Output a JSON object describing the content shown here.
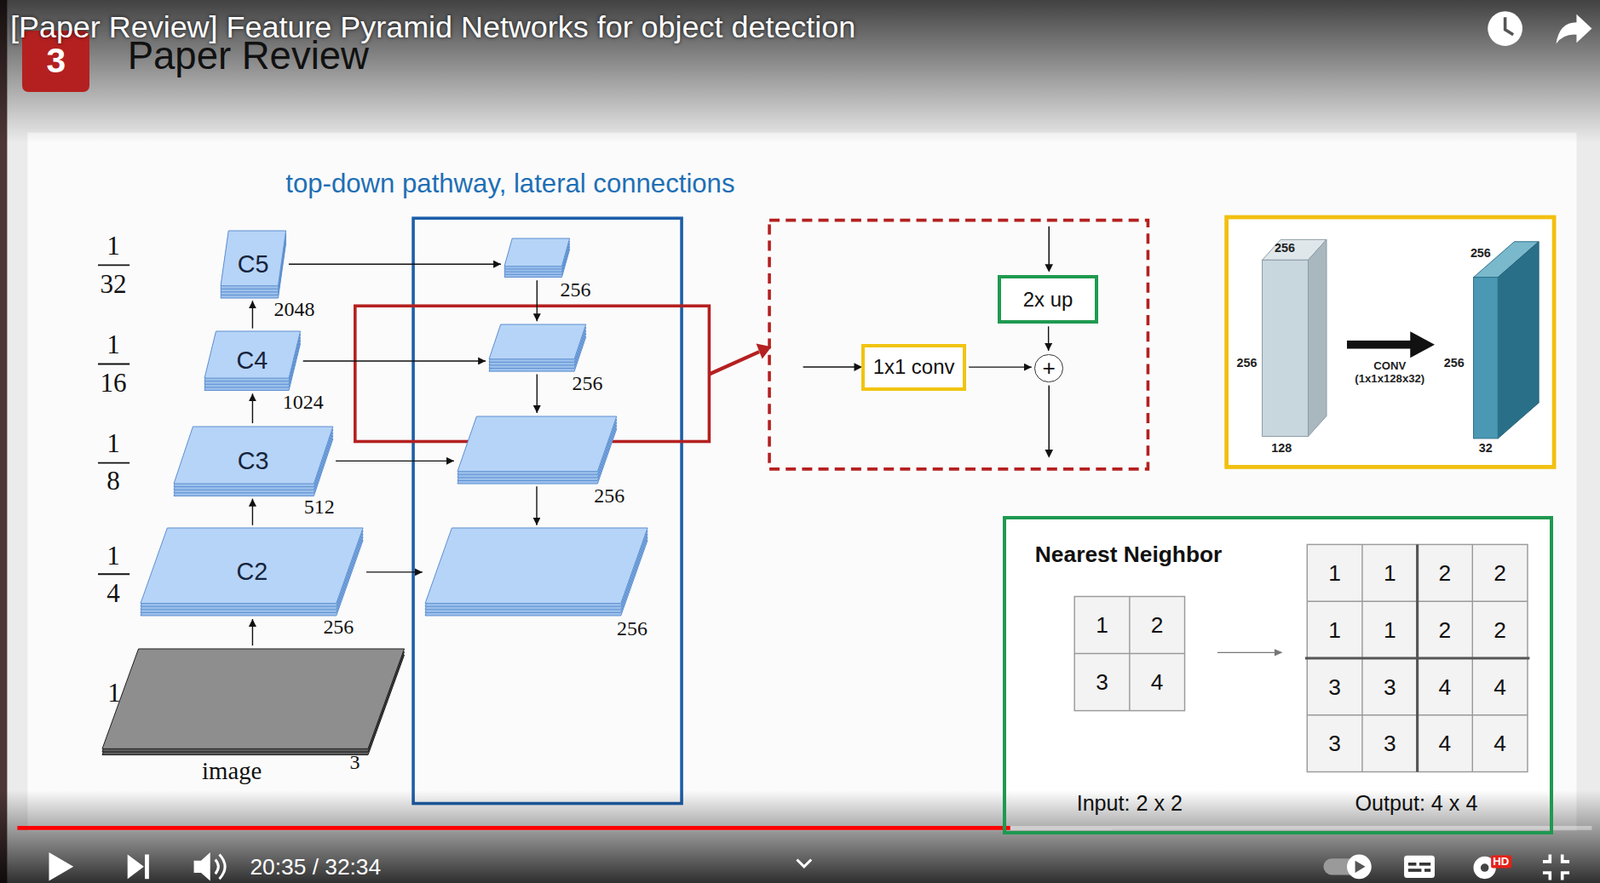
{
  "diagram": {
    "title": "[Paper Review] Feature Pyramid Networks for object detection",
    "nodes": [
      {
        "text": [
          "3"
        ]
      },
      {
        "text": [
          "C5",
          "2048"
        ]
      },
      {
        "text": [
          "256"
        ]
      },
      {
        "text": [
          "C4",
          "1024"
        ]
      },
      {
        "text": [
          "256"
        ]
      },
      {
        "text": [
          "C3",
          "512"
        ]
      },
      {
        "text": [
          "256"
        ]
      },
      {
        "text": [
          "C2",
          "256"
        ]
      },
      {
        "text": [
          "256"
        ]
      },
      {
        "text": [
          "image",
          "3"
        ]
      },
      {
        "text": [
          "2x up"
        ]
      },
      {
        "text": [
          "1x1 conv"
        ]
      },
      {
        "text": [
          "+"
        ]
      },
      {
        "text": [
          "Nearest Neighbor"
        ]
      }
    ],
    "edges": [
      {
        "from": 9,
        "to": 7,
        "arrow": "to"
      },
      {
        "from": 7,
        "to": 5,
        "arrow": "to"
      },
      {
        "from": 5,
        "to": 3,
        "arrow": "to"
      },
      {
        "from": 3,
        "to": 1,
        "arrow": "to"
      },
      {
        "from": 1,
        "to": 2,
        "arrow": "to"
      },
      {
        "from": 3,
        "to": 4,
        "arrow": "to"
      },
      {
        "from": 5,
        "to": 6,
        "arrow": "to"
      },
      {
        "from": 7,
        "to": 8,
        "arrow": "to"
      },
      {
        "from": 2,
        "to": 4,
        "arrow": "to"
      },
      {
        "from": 4,
        "to": 6,
        "arrow": "to"
      },
      {
        "from": 6,
        "to": 8,
        "arrow": "to"
      },
      {
        "from": 11,
        "to": 12,
        "arrow": "to"
      },
      {
        "from": 10,
        "to": 12,
        "arrow": "to"
      }
    ],
    "labels": [
      "Paper Review",
      "top-down pathway, lateral connections",
      "1",
      "32",
      "1",
      "16",
      "1",
      "8",
      "1",
      "4",
      "1",
      "256",
      "256",
      "128",
      "CONV (1x1x128x32)",
      "256",
      "256",
      "32",
      "1",
      "2",
      "3",
      "4",
      "1",
      "1",
      "2",
      "2",
      "1",
      "1",
      "2",
      "2",
      "3",
      "3",
      "4",
      "4",
      "3",
      "3",
      "4",
      "4",
      "Input: 2 x 2",
      "Output: 4 x 4",
      "20:35 / 32:34",
      "HD"
    ]
  }
}
